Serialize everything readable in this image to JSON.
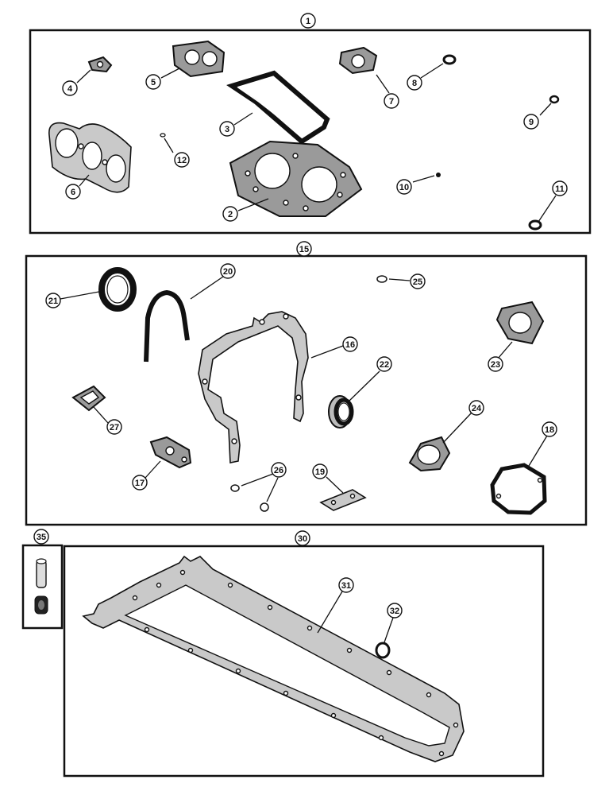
{
  "callouts": {
    "c1": "1",
    "c2": "2",
    "c3": "3",
    "c4": "4",
    "c5": "5",
    "c6": "6",
    "c7": "7",
    "c8": "8",
    "c9": "9",
    "c10": "10",
    "c11": "11",
    "c12": "12",
    "c15": "15",
    "c16": "16",
    "c17": "17",
    "c18": "18",
    "c19": "19",
    "c20": "20",
    "c21": "21",
    "c22": "22",
    "c23": "23",
    "c24": "24",
    "c25": "25",
    "c26": "26",
    "c27": "27",
    "c30": "30",
    "c31": "31",
    "c32": "32",
    "c35": "35"
  }
}
